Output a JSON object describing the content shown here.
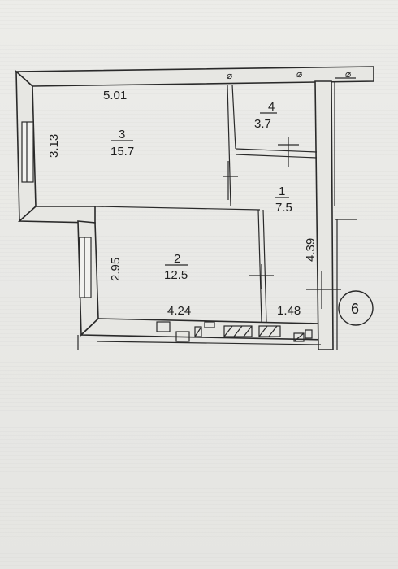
{
  "floor_plan": {
    "rooms": [
      {
        "number": "1",
        "area": "7.5"
      },
      {
        "number": "2",
        "area": "12.5"
      },
      {
        "number": "3",
        "area": "15.7"
      },
      {
        "number": "4",
        "area": "3.7"
      }
    ],
    "dimensions": {
      "room3_width": "5.01",
      "room3_height": "3.13",
      "room2_height": "2.95",
      "room2_width": "4.24",
      "room1_width": "1.48",
      "room1_height": "4.39"
    },
    "axis_label": "6",
    "symbols": {
      "vent_mark": "⌀"
    }
  }
}
